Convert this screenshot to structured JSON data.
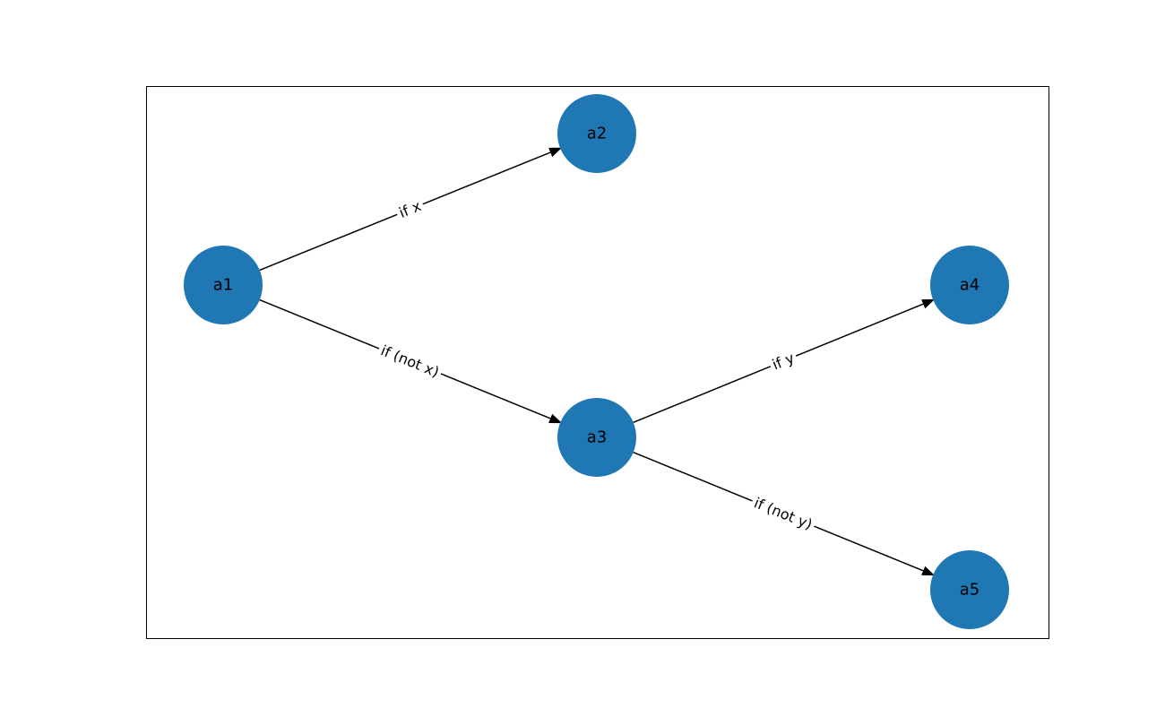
{
  "diagram": {
    "type": "directed-graph",
    "frame": true,
    "node_color": "#1f77b4",
    "edge_color": "#000000",
    "nodes": [
      {
        "id": "a1",
        "label": "a1"
      },
      {
        "id": "a2",
        "label": "a2"
      },
      {
        "id": "a3",
        "label": "a3"
      },
      {
        "id": "a4",
        "label": "a4"
      },
      {
        "id": "a5",
        "label": "a5"
      }
    ],
    "edges": [
      {
        "from": "a1",
        "to": "a2",
        "label": "if x"
      },
      {
        "from": "a1",
        "to": "a3",
        "label": "if (not x)"
      },
      {
        "from": "a3",
        "to": "a4",
        "label": "if y"
      },
      {
        "from": "a3",
        "to": "a5",
        "label": "if (not y)"
      }
    ]
  }
}
